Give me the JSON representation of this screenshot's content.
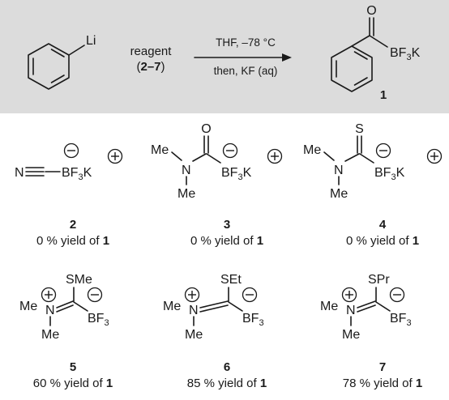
{
  "reaction": {
    "start_metal": "Li",
    "reagent": {
      "word": "reagent",
      "range_open": "(",
      "range": "2–7",
      "range_close": ")"
    },
    "condition_top": "THF, –78 °C",
    "condition_bottom": "then, KF (aq)",
    "product_label": "1",
    "box_color": "#dcdcdc"
  },
  "atoms": {
    "O": "O",
    "S": "S",
    "N": "N",
    "B": "BF",
    "F_sub": "3",
    "K": "K",
    "Me": "Me",
    "SMe": "SMe",
    "SEt": "SEt",
    "SPr": "SPr"
  },
  "compounds": [
    {
      "number": "2",
      "yield_text": "0 % yield of ",
      "ref": "1"
    },
    {
      "number": "3",
      "yield_text": "0 % yield of ",
      "ref": "1"
    },
    {
      "number": "4",
      "yield_text": "0 % yield of ",
      "ref": "1"
    },
    {
      "number": "5",
      "yield_text": "60 % yield of ",
      "ref": "1"
    },
    {
      "number": "6",
      "yield_text": "85 % yield of ",
      "ref": "1"
    },
    {
      "number": "7",
      "yield_text": "78 % yield of ",
      "ref": "1"
    }
  ],
  "icons": {
    "plus": "plus-charge-icon",
    "minus": "minus-charge-icon",
    "arrow": "reaction-arrow-icon"
  }
}
